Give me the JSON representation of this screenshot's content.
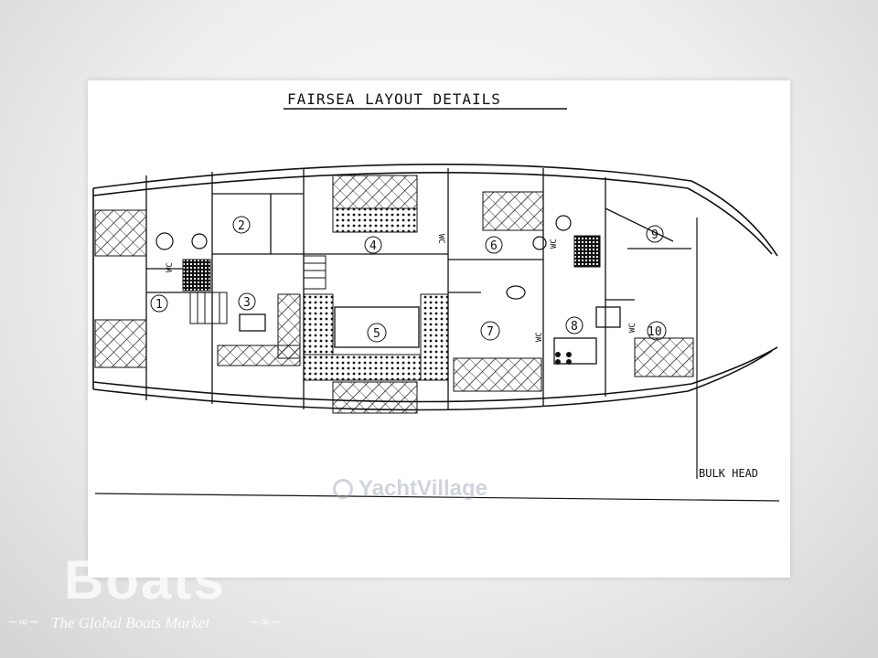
{
  "title": "FAIRSEA  LAYOUT DETAILS",
  "bulkhead_label": "BULK HEAD",
  "rooms": [
    "1",
    "2",
    "3",
    "4",
    "5",
    "6",
    "7",
    "8",
    "9",
    "10"
  ],
  "wc_label": "WC",
  "watermark_text": "YachtVillage",
  "brand_text": "Boats",
  "tagline": "The Global Boats Market",
  "ornament_left": "~∞~",
  "ornament_right": "~∞~"
}
